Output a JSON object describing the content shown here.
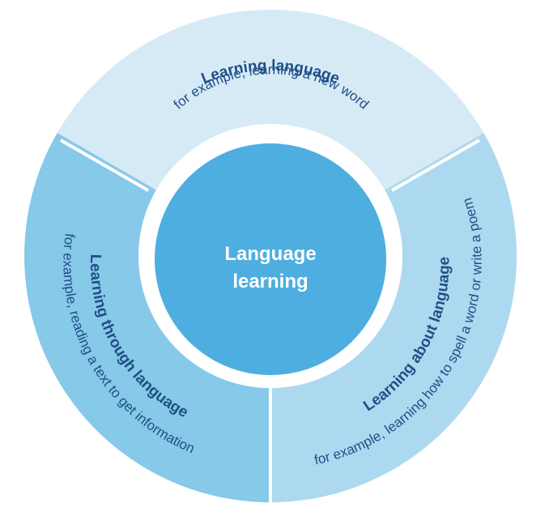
{
  "center": {
    "line1": "Language",
    "line2": "learning"
  },
  "segments": [
    {
      "title": "Learning language",
      "subtitle": "for example, learning a new word"
    },
    {
      "title": "Learning about language",
      "subtitle": "for example, learning how to spell a word or write a poem"
    },
    {
      "title": "Learning through language",
      "subtitle": "for example, reading a text to get information"
    }
  ],
  "colors": {
    "top_segment": "#d6eaf6",
    "right_segment": "#acd9ef",
    "left_segment": "#87c9e8",
    "center_circle": "#4eaee0",
    "text_dark": "#1f4f86",
    "text_light": "#ffffff"
  }
}
